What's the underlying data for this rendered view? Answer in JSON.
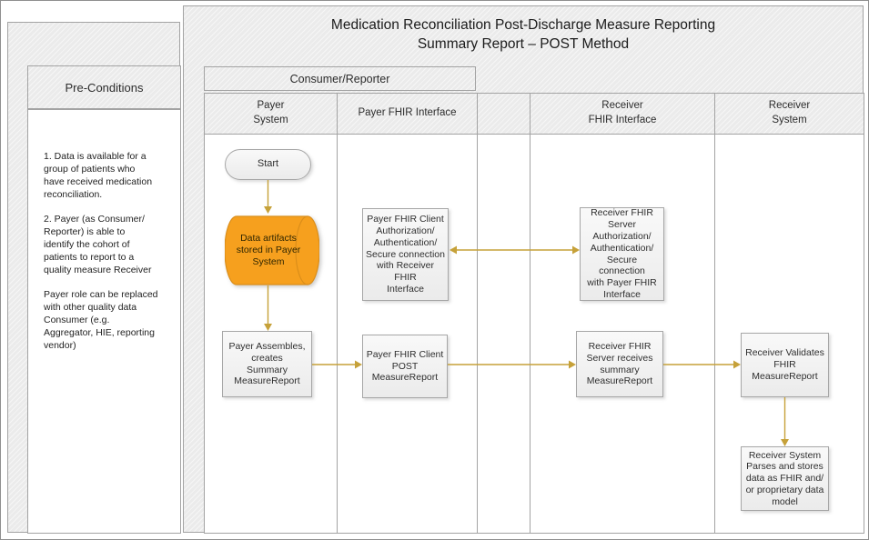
{
  "title": "Medication Reconciliation Post-Discharge Measure Reporting\nSummary Report – POST Method",
  "preconditions": {
    "header": "Pre-Conditions",
    "body": "1. Data is available for a\ngroup of patients who\nhave received medication\nreconciliation.\n\n2. Payer (as Consumer/\nReporter) is able to\nidentify the cohort of\npatients to report to a\nquality measure Receiver\n\nPayer role can be replaced\nwith other quality data\nConsumer (e.g.\nAggregator, HIE, reporting\nvendor)"
  },
  "group_header": "Consumer/Reporter",
  "lanes": {
    "payer_system": "Payer\nSystem",
    "payer_fhir_interface": "Payer FHIR Interface",
    "receiver_fhir_interface": "Receiver\nFHIR Interface",
    "receiver_system": "Receiver\nSystem"
  },
  "nodes": {
    "start": "Start",
    "data_artifacts": "Data artifacts\nstored in Payer\nSystem",
    "payer_assembles": "Payer Assembles,\ncreates\nSummary\nMeasureReport",
    "payer_auth": "Payer FHIR Client\nAuthorization/\nAuthentication/\nSecure connection\nwith Receiver FHIR\nInterface",
    "receiver_auth": "Receiver FHIR\nServer\nAuthorization/\nAuthentication/\nSecure connection\nwith Payer FHIR\nInterface",
    "payer_post": "Payer FHIR Client\nPOST\nMeasureReport",
    "receiver_receives": "Receiver FHIR\nServer receives\nsummary\nMeasureReport",
    "receiver_validates": "Receiver Validates\nFHIR\nMeasureReport",
    "receiver_parses": "Receiver System\nParses and stores\ndata as FHIR and/\nor proprietary data\nmodel"
  },
  "colors": {
    "datastore_fill": "#F6A01E",
    "datastore_border": "#DB8E1A",
    "arrow": "#C6A139"
  }
}
